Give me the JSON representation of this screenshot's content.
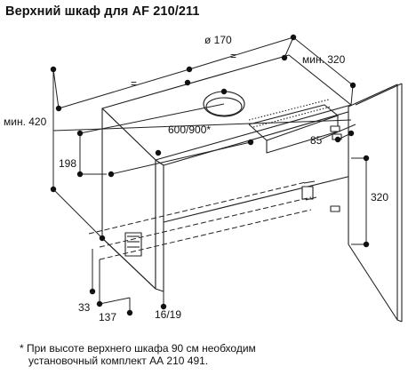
{
  "title": "Верхний шкаф для AF 210/211",
  "labels": {
    "diameter": "ø 170",
    "eq1": "=",
    "eq2": "=",
    "min_depth": "мин. 320",
    "min_height": "мин. 420",
    "width": "600/900*",
    "d198": "198",
    "d85": "85",
    "d320": "320",
    "d33": "33",
    "d137": "137",
    "d16_19": "16/19"
  },
  "footnote": {
    "line1": "* При высоте верхнего шкафа 90 см необходим",
    "line2": "установочный комплект АА 210 491."
  }
}
